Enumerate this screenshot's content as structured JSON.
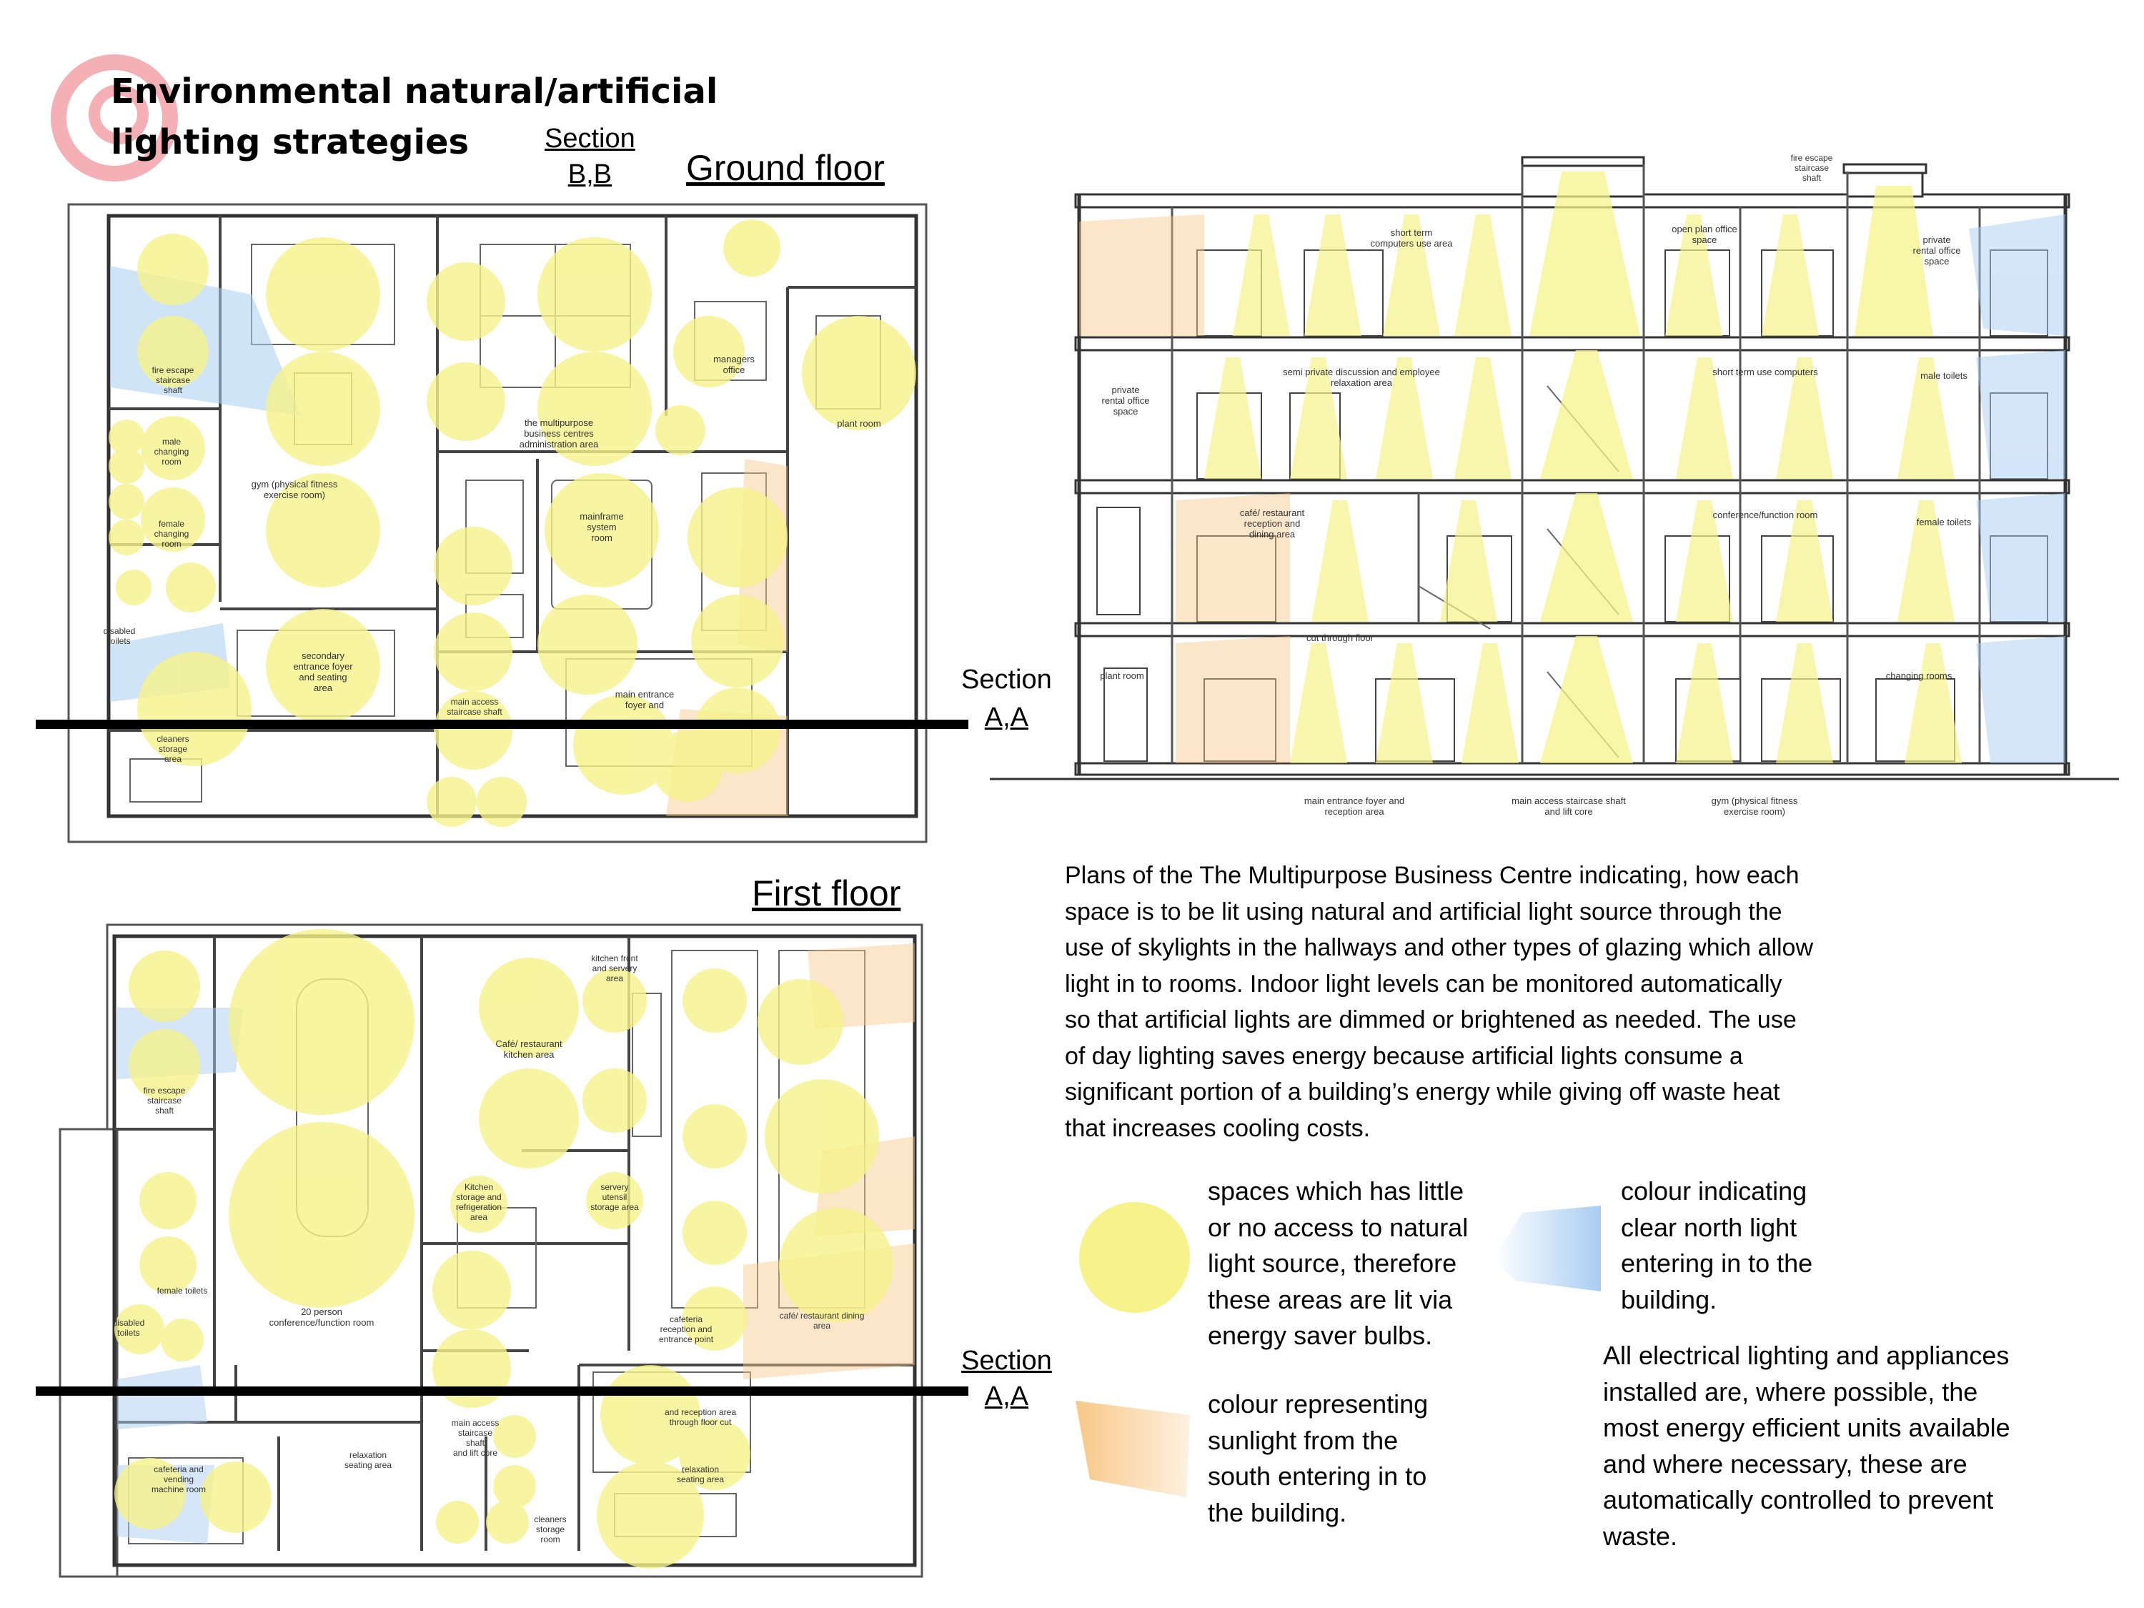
{
  "header": {
    "title_line1": "Environmental natural/artificial",
    "title_line2": "lighting strategies",
    "section_bb_line1": "Section",
    "section_bb_line2": "B,B"
  },
  "ground_floor": {
    "title": "Ground floor",
    "section_line1": "Section",
    "section_line2": "A,A",
    "rooms": {
      "fire_escape": [
        "fire escape",
        "staircase",
        "shaft"
      ],
      "male_changing": [
        "male",
        "changing",
        "room"
      ],
      "female_changing": [
        "female",
        "changing",
        "room"
      ],
      "disabled_toilets": [
        "disabled",
        "toilets"
      ],
      "gym": [
        "gym (physical fitness",
        "exercise room)"
      ],
      "secondary_entrance": [
        "secondary",
        "entrance foyer",
        "and seating",
        "area"
      ],
      "cleaners": [
        "cleaners",
        "storage",
        "area"
      ],
      "admin": [
        "the multipurpose",
        "business centres",
        "administration area"
      ],
      "managers": [
        "managers",
        "office"
      ],
      "plant_room": [
        "plant room"
      ],
      "mainframe": [
        "mainframe",
        "system",
        "room"
      ],
      "main_access": [
        "main access",
        "staircase shaft"
      ],
      "main_entrance": [
        "main entrance",
        "foyer and"
      ]
    }
  },
  "first_floor": {
    "title": "First floor",
    "section_line1": "Section",
    "section_line2": "A,A",
    "rooms": {
      "fire_escape": [
        "fire escape",
        "staircase",
        "shaft"
      ],
      "conference": [
        "20 person",
        "conference/function room"
      ],
      "female_toilets": [
        "female toilets"
      ],
      "disabled_toilets": [
        "disabled",
        "toilets"
      ],
      "cafe_kitchen": [
        "Café/ restaurant",
        "kitchen area"
      ],
      "kitchen_front": [
        "kitchen front",
        "and servery",
        "area"
      ],
      "kitchen_storage": [
        "Kitchen",
        "storage and",
        "refrigeration",
        "area"
      ],
      "servery_storage": [
        "servery",
        "utensil",
        "storage area"
      ],
      "cafeteria_reception": [
        "cafeteria",
        "reception and",
        "entrance point"
      ],
      "cafe_dining": [
        "café/ restaurant dining",
        "area"
      ],
      "vending": [
        "cafeteria and",
        "vending",
        "machine room"
      ],
      "relaxation_left": [
        "relaxation",
        "seating area"
      ],
      "main_access": [
        "main access",
        "staircase",
        "shaft",
        "and lift core"
      ],
      "cleaners": [
        "cleaners",
        "storage",
        "room"
      ],
      "relaxation_right": [
        "relaxation",
        "seating area"
      ],
      "reception_area": [
        "and reception area",
        "through floor cut"
      ]
    }
  },
  "section_drawing": {
    "top_labels": {
      "short_term": [
        "short term",
        "computers use area"
      ],
      "open_plan": [
        "open plan office",
        "space"
      ],
      "fire_escape": [
        "fire escape",
        "staircase",
        "shaft"
      ],
      "private_rental_top": [
        "private",
        "rental office",
        "space"
      ]
    },
    "floor2": {
      "private_rental": [
        "private",
        "rental office",
        "space"
      ],
      "discussion": [
        "semi private discussion and employee",
        "relaxation area"
      ],
      "short_term_use": [
        "short term use computers"
      ],
      "male_toilets": [
        "male toilets"
      ]
    },
    "floor1": {
      "cafe": [
        "café/ restaurant",
        "reception and",
        "dining area"
      ],
      "conference": [
        "conference/function room"
      ],
      "female_toilets": [
        "female toilets"
      ],
      "cut_through": [
        "cut through floor"
      ]
    },
    "floor0": {
      "plant_room": [
        "plant room"
      ],
      "changing_rooms": [
        "changing rooms"
      ]
    },
    "bottom_labels": {
      "main_entrance": [
        "main entrance foyer and",
        "reception area"
      ],
      "main_access": [
        "main access staircase shaft",
        "and lift core"
      ],
      "gym": [
        "gym (physical fitness",
        "exercise room)"
      ]
    }
  },
  "description": [
    "Plans of the The Multipurpose Business Centre indicating, how each",
    "space is to be lit using natural and artificial light source through the",
    "use of skylights in the hallways and other types of glazing which allow",
    "light in to rooms. Indoor light levels can be monitored automatically",
    "so that artificial lights are dimmed or brightened as needed.  The use",
    "of day lighting saves energy because artificial lights consume a",
    "significant portion of a building’s energy while giving off waste heat",
    "that increases cooling costs."
  ],
  "legend": {
    "yellow": [
      "spaces which has little",
      "or no access to natural",
      "light source, therefore",
      "these areas are lit via",
      "energy saver bulbs."
    ],
    "blue": [
      "colour indicating",
      "clear north light",
      "entering in to the",
      "building."
    ],
    "orange": [
      "colour representing",
      "sunlight from the",
      "south entering in to",
      "the building."
    ],
    "note": [
      "All electrical lighting and appliances",
      "installed are, where possible, the",
      "most energy efficient units available",
      "and where necessary, these are",
      "automatically controlled to prevent",
      "waste."
    ]
  },
  "colors": {
    "yellow_light": "#f6f38a",
    "north_light_blue": "#a9cdf2",
    "south_sun_orange": "#f8c887",
    "logo_pink": "#f2a2a8",
    "section_cut": "#000000"
  }
}
